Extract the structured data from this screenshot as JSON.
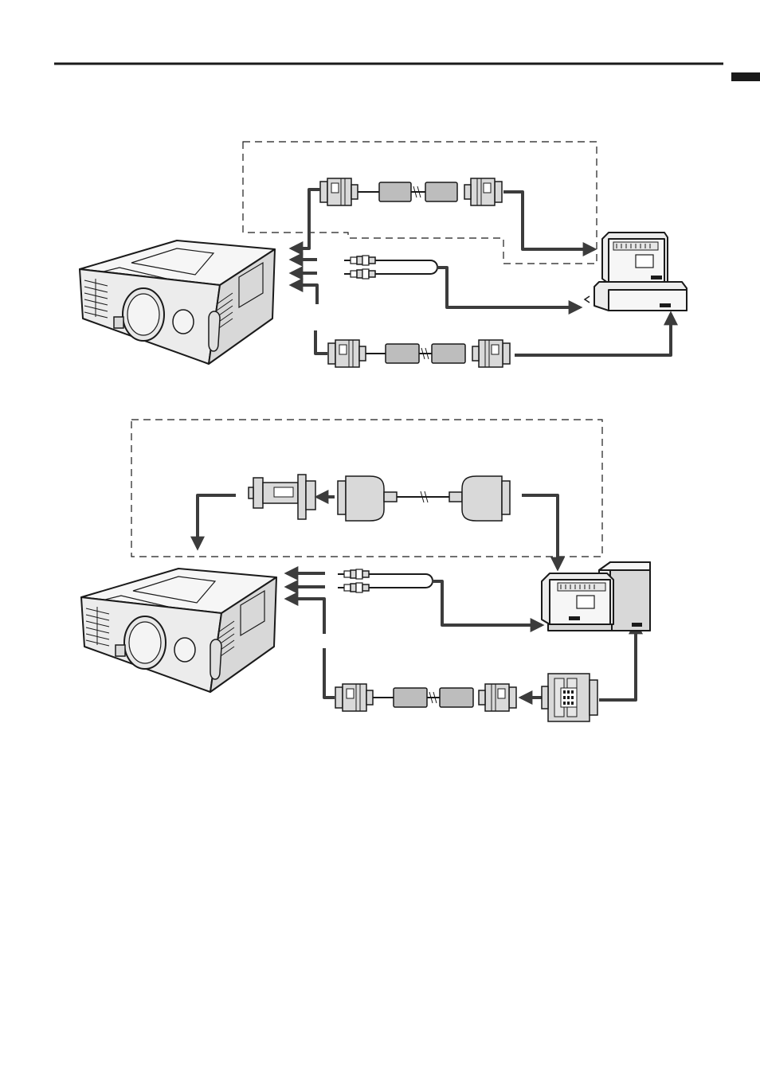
{
  "page": {
    "header_rule": true,
    "side_tab": true
  },
  "colors": {
    "line": "#1a1a1a",
    "cable": "#3c3c3c",
    "device_fill": "#ececec",
    "connector_fill": "#d9d9d9"
  },
  "diagrams": [
    {
      "id": "connection-1",
      "devices": [
        "projector",
        "computer-monitor",
        "computer-unit"
      ],
      "connectors": [
        "monitor-cable",
        "audio-cable",
        "rgb-cable"
      ],
      "optional_group": true
    },
    {
      "id": "connection-2",
      "devices": [
        "projector",
        "desktop-computer"
      ],
      "connectors": [
        "monitor-adapter",
        "monitor-cable",
        "audio-cable",
        "rgb-cable",
        "mac-adapter"
      ],
      "optional_group": true
    }
  ]
}
